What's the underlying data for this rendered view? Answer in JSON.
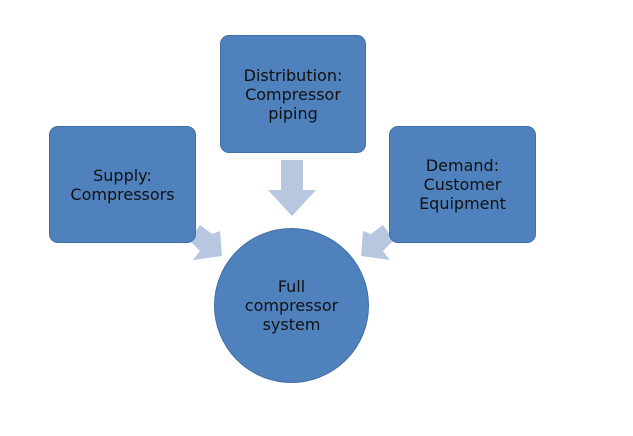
{
  "nodes": {
    "distribution": {
      "lines": [
        "Distribution:",
        "Compressor",
        "piping"
      ]
    },
    "supply": {
      "lines": [
        "Supply:",
        "Compressors"
      ]
    },
    "demand": {
      "lines": [
        "Demand:",
        "Customer",
        "Equipment"
      ]
    },
    "full": {
      "lines": [
        "Full",
        "compressor",
        "system"
      ]
    }
  },
  "colors": {
    "node_fill": "#4f81bd",
    "arrow_fill": "#b7c7e0"
  }
}
